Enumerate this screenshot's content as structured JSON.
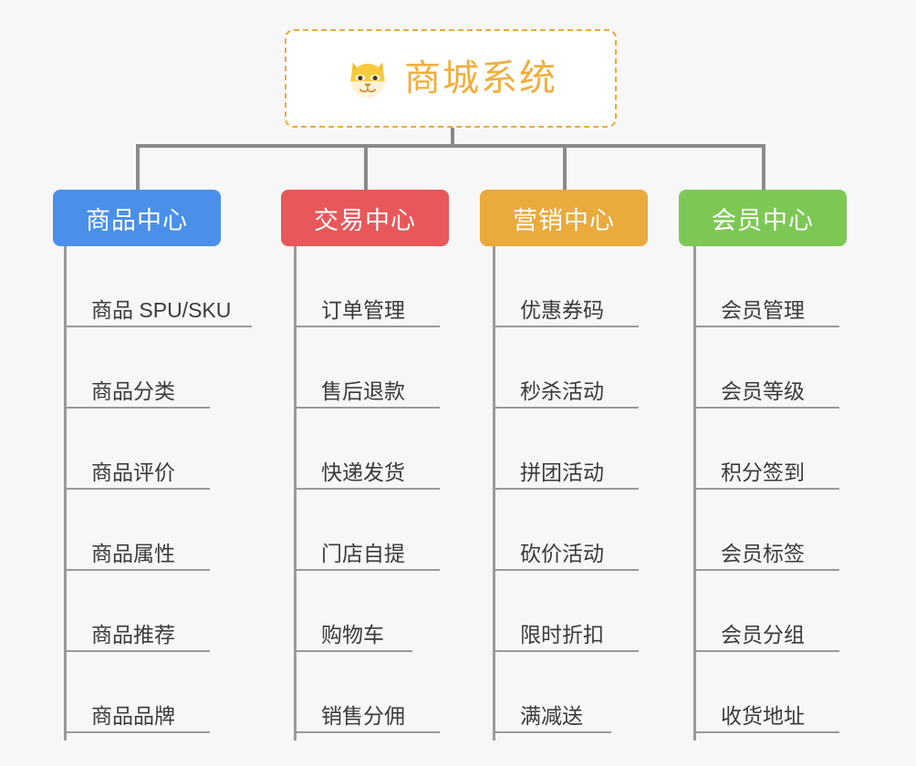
{
  "root": {
    "title": "商城系统",
    "icon": "shiba-dog-face-emoji",
    "border_color": "#eaaa3c",
    "text_color": "#f0ae3e",
    "background": "#ffffff"
  },
  "canvas": {
    "background": "#f7f7f7",
    "connector_color": "#8a8a8a"
  },
  "branches": [
    {
      "title": "商品中心",
      "color": "#4a90ea",
      "items": [
        "商品 SPU/SKU",
        "商品分类",
        "商品评价",
        "商品属性",
        "商品推荐",
        "商品品牌"
      ]
    },
    {
      "title": "交易中心",
      "color": "#e8585a",
      "items": [
        "订单管理",
        "售后退款",
        "快递发货",
        "门店自提",
        "购物车",
        "销售分佣"
      ]
    },
    {
      "title": "营销中心",
      "color": "#eaaa3c",
      "items": [
        "优惠券码",
        "秒杀活动",
        "拼团活动",
        "砍价活动",
        "限时折扣",
        "满减送"
      ]
    },
    {
      "title": "会员中心",
      "color": "#7dc855",
      "items": [
        "会员管理",
        "会员等级",
        "积分签到",
        "会员标签",
        "会员分组",
        "收货地址"
      ]
    }
  ]
}
